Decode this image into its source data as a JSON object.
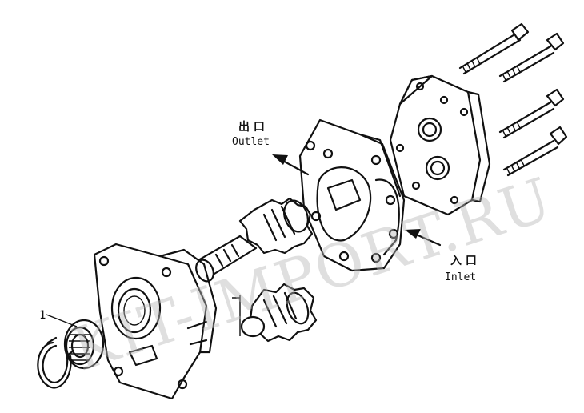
{
  "labels": {
    "outlet_cn": "出 口",
    "outlet_en": "Outlet",
    "inlet_cn": "入 口",
    "inlet_en": "Inlet",
    "callout_1": "1"
  },
  "watermark": "KIT-IMPORT.RU"
}
